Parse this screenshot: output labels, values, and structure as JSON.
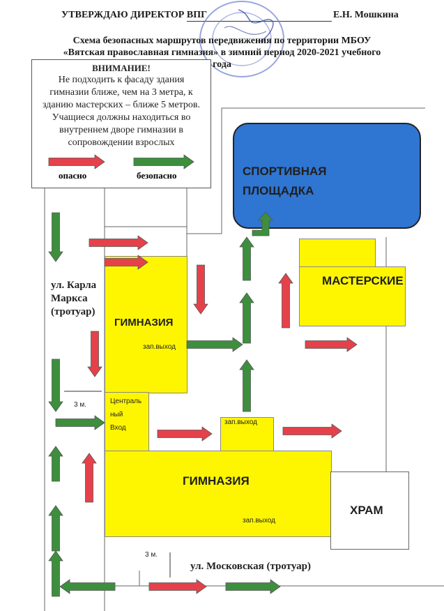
{
  "header": {
    "approve_left": "УТВЕРЖДАЮ ДИРЕКТОР ВПГ",
    "approve_right": "Е.Н. Мошкина",
    "title_line1": "Схема безопасных маршрутов передвижения по территории МБОУ",
    "title_line2": "«Вятская православная гимназия» в зимний период 2020-2021 учебного",
    "title_line3": "года"
  },
  "warning": {
    "title": "ВНИМАНИЕ!",
    "lines": [
      "Не подходить к фасаду здания",
      "гимназии ближе, чем на 3 метра, к",
      "зданию мастерских – ближе 5 метров.",
      "Учащиеся должны находиться во",
      "внутреннем дворе гимназии в",
      "сопровождении взрослых"
    ],
    "legend_danger": "опасно",
    "legend_safe": "безопасно"
  },
  "buildings": {
    "sport": "СПОРТИВНАЯ\nПЛОЩАДКА",
    "workshops": "МАСТЕРСКИЕ",
    "gym_upper": "ГИМНАЗИЯ",
    "gym_upper_exit": "зап.выход",
    "central_entrance": "Централь\nный\nВход",
    "exit_small": "зап.выход",
    "gym_lower": "ГИМНАЗИЯ",
    "gym_lower_exit": "зап.выход",
    "temple": "ХРАМ"
  },
  "streets": {
    "karl_marx": "ул. Карла\nМаркса\n(тротуар)",
    "moskovskaya": "ул. Московская (тротуар)"
  },
  "distances": {
    "left": "3 м.",
    "bottom": "3 м."
  },
  "colors": {
    "danger": "#e5414a",
    "safe": "#3d8f3e",
    "sport": "#2f75d2",
    "building": "#fef600"
  },
  "stamp": "seal"
}
